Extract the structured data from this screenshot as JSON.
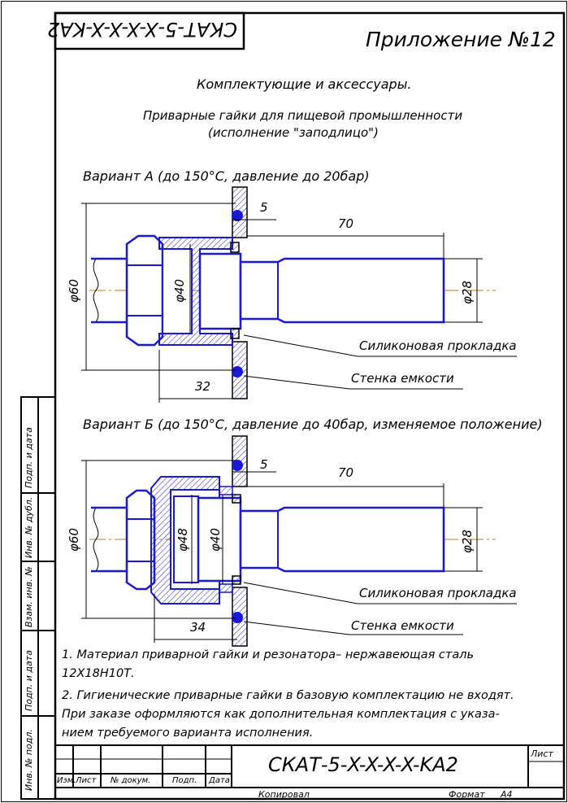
{
  "stamp_code_top": "СКАТ-5-X-X-X-X-KA2",
  "appendix_title": "Приложение №12",
  "section_title": "Комплектующие и аксессуары.",
  "subtitle_line1": "Приварные гайки для пищевой промышленности",
  "subtitle_line2": "(исполнение \"заподлицо\")",
  "variant_a": {
    "title": "Вариант А (до 150°С, давление до 20бар)",
    "dim_60": "φ60",
    "dim_40": "φ40",
    "dim_28": "φ28",
    "dim_5": "5",
    "dim_70": "70",
    "dim_bottom": "32",
    "label_gasket": "Силиконовая прокладка",
    "label_wall": "Стенка емкости"
  },
  "variant_b": {
    "title": "Вариант Б (до 150°С, давление до 40бар, изменяемое положение)",
    "dim_60": "φ60",
    "dim_48": "φ48",
    "dim_40": "φ40",
    "dim_28": "φ28",
    "dim_5": "5",
    "dim_70": "70",
    "dim_bottom": "34",
    "label_gasket": "Силиконовая прокладка",
    "label_wall": "Стенка емкости"
  },
  "notes": {
    "note1_line1": "1. Материал приварной гайки и резонатора– нержавеющая сталь",
    "note1_line2": "12Х18Н10Т.",
    "note2_line1": "2. Гигиенические приварные гайки в базовую комплектацию не входят.",
    "note2_line2": "При заказе оформляются как дополнительная комплектация с указа-",
    "note2_line3": "нием требуемого варианта исполнения."
  },
  "side_stamp": {
    "podp_data_1": "Подп. и дата",
    "inv_dubl": "Инв. № дубл.",
    "vzam_inv": "Взам. инв. №",
    "podp_data_2": "Подп. и дата",
    "inv_podl": "Инв. № подл."
  },
  "title_block": {
    "code": "СКАТ-5-X-X-X-X-KA2",
    "col_izm": "Изм.",
    "col_list": "Лист",
    "col_nodoc": "№ докум.",
    "col_podp": "Подп.",
    "col_data": "Дата",
    "list_label": "Лист",
    "kopiroval": "Копировал",
    "format_label": "Формат",
    "format_value": "А4"
  },
  "colors": {
    "line": "#000000",
    "part": "#1a1ad6",
    "axis": "#c8741a",
    "hatch": "#1a1ad6"
  }
}
